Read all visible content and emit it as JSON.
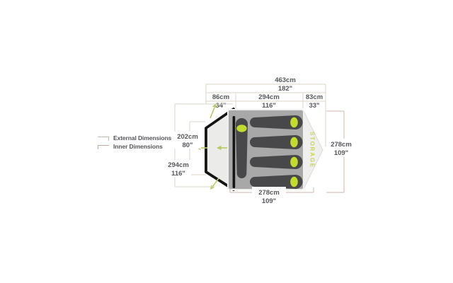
{
  "legend": {
    "external_label": "External Dimensions",
    "inner_label": "Inner Dimensions"
  },
  "dims": {
    "total_length_cm": "463cm",
    "total_length_in": "182\"",
    "top_row_cm": [
      "86cm",
      "294cm",
      "83cm"
    ],
    "top_row_in": [
      "34\"",
      "116\"",
      "33\""
    ],
    "door_width_cm": "202cm",
    "door_width_in": "80\"",
    "outer_width_cm": "294cm",
    "outer_width_in": "116\"",
    "inner_width_right_cm": "278cm",
    "inner_width_right_in": "109\"",
    "inner_length_bottom_cm": "278cm",
    "inner_length_bottom_in": "109\""
  },
  "tent": {
    "storage_label": "STORAGE",
    "sleeping_bag_count": "4"
  },
  "colors": {
    "external_dimension_line": "#d9d6c7",
    "inner_dimension_line": "#d2b4aa",
    "accent_green": "#c3db2d",
    "arrow_green": "#b6cb65",
    "storage_text": "#ccd551",
    "sleeping_bag_dark": "#48484a",
    "inner_tent_fill": "#a8a8a8",
    "porch_fill": "#ebebe9",
    "storage_fill": "#efefed",
    "label_text": "#57585c"
  }
}
